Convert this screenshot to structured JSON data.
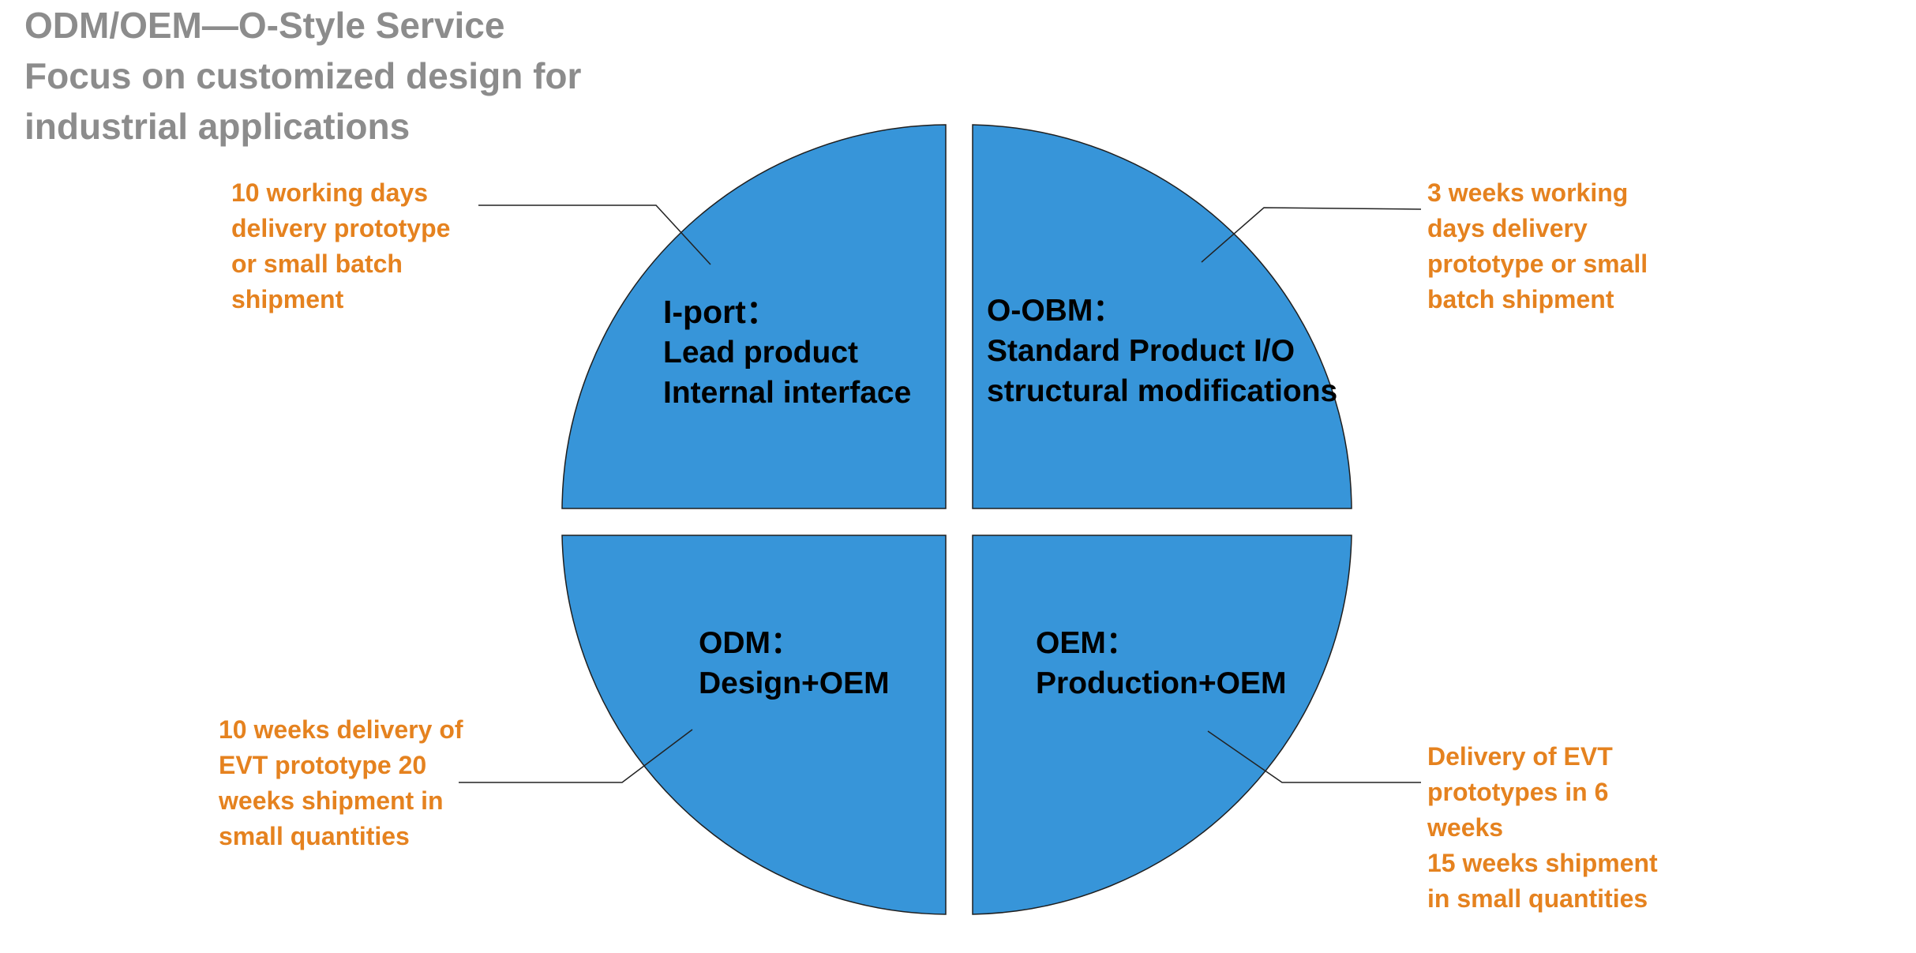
{
  "title": {
    "lines": [
      "ODM/OEM—O-Style Service",
      "Focus on customized design for",
      "industrial applications"
    ]
  },
  "colors": {
    "title": "#8c8c8c",
    "quadrant_fill": "#3795d9",
    "quadrant_stroke": "#1f1f1f",
    "callout_text": "#e5821f",
    "label_text": "#000000",
    "leader_line": "#222222"
  },
  "quadrants": {
    "top_left": {
      "heading": "I-port：",
      "lines": [
        "Lead product",
        "Internal interface"
      ]
    },
    "top_right": {
      "heading": "O-OBM：",
      "lines": [
        "Standard Product I/O",
        "structural modifications"
      ]
    },
    "bottom_left": {
      "heading": "ODM：",
      "lines": [
        "Design+OEM"
      ]
    },
    "bottom_right": {
      "heading": "OEM：",
      "lines": [
        "Production+OEM"
      ]
    }
  },
  "callouts": {
    "top_left": {
      "lines": [
        "10 working days",
        "delivery prototype",
        "or small batch",
        "shipment"
      ]
    },
    "top_right": {
      "lines": [
        "3 weeks working",
        "days delivery",
        "prototype or small",
        "batch shipment"
      ]
    },
    "bottom_left": {
      "lines": [
        "10 weeks delivery of",
        "EVT prototype 20",
        "weeks shipment in",
        "small quantities"
      ]
    },
    "bottom_right": {
      "lines": [
        "Delivery of EVT",
        "prototypes in 6",
        "weeks",
        "15 weeks shipment",
        "in small quantities"
      ]
    }
  }
}
